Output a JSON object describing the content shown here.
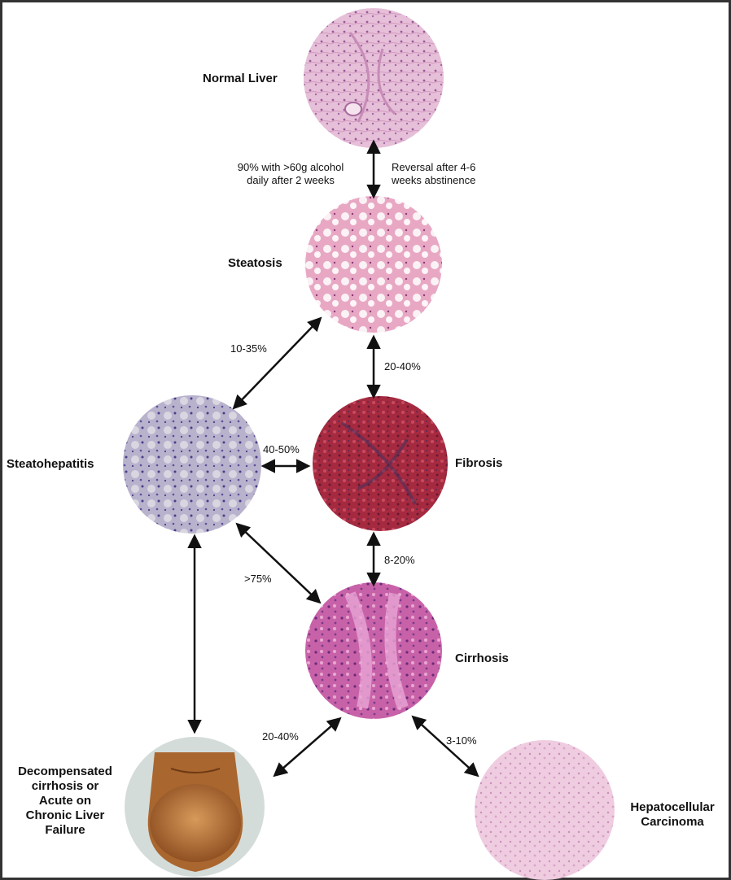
{
  "stages": {
    "normal": "Normal Liver",
    "steatosis": "Steatosis",
    "steatohepatitis": "Steatohepatitis",
    "fibrosis": "Fibrosis",
    "cirrhosis": "Cirrhosis",
    "decompensated": [
      "Decompensated",
      "cirrhosis or",
      "Acute on",
      "Chronic Liver",
      "Failure"
    ],
    "hcc": [
      "Hepatocellular",
      "Carcinoma"
    ]
  },
  "transitions": {
    "normal_to_steatosis": [
      "90% with >60g alcohol",
      "daily after 2 weeks"
    ],
    "steatosis_reversal": [
      "Reversal after 4-6",
      "weeks abstinence"
    ],
    "steatosis_to_steatohepatitis": "10-35%",
    "steatosis_to_fibrosis": "20-40%",
    "steatohepatitis_fibrosis": "40-50%",
    "fibrosis_to_cirrhosis": "8-20%",
    "steatohepatitis_to_cirrhosis": ">75%",
    "cirrhosis_to_decompensated": "20-40%",
    "cirrhosis_to_hcc": "3-10%"
  },
  "colors": {
    "normal": "#e3b8d4",
    "steatosis": "#ecc6d5",
    "steatohepatitis": "#b2abc8",
    "fibrosis": "#a82a3e",
    "cirrhosis": "#c45aa4",
    "hcc": "#efc9de",
    "abdomen": "#b06a32",
    "arrow": "#111111"
  }
}
